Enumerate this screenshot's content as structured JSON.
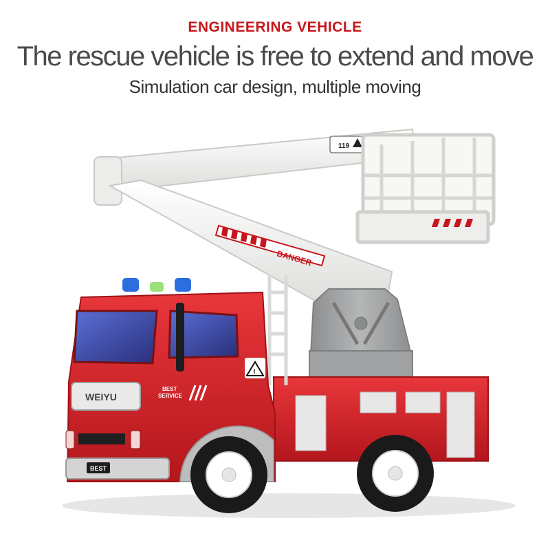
{
  "header": {
    "tag": "ENGINEERING VEHICLE",
    "headline": "The rescue vehicle is free to extend and move",
    "subline": "Simulation car design, multiple moving"
  },
  "truck": {
    "boom_label": "DANGER",
    "door_label_1": "BEST",
    "door_label_2": "SERVICE",
    "grille_label": "WEIYU",
    "plate": "BEST",
    "boom_number": "119"
  },
  "colors": {
    "accent": "#c8161d",
    "body_red": "#d8242a",
    "boom_white": "#f3f3f1",
    "base_grey": "#9fa1a2"
  }
}
